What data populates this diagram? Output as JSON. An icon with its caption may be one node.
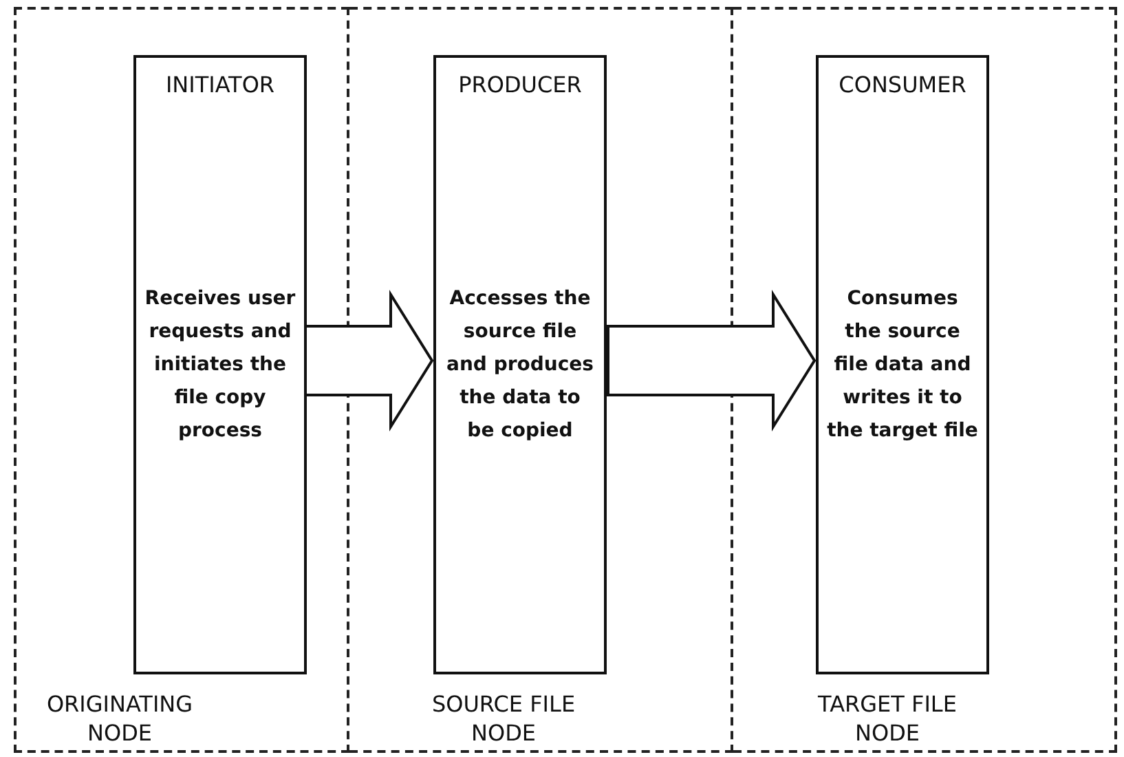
{
  "diagram": {
    "nodes": [
      {
        "text": [
          "ORIGINATING NODE"
        ]
      },
      {
        "text": [
          "INITIATOR",
          "Receives user requests and initiates the file copy process"
        ],
        "in": 0
      },
      {
        "text": [
          "SOURCE FILE NODE"
        ]
      },
      {
        "text": [
          "PRODUCER",
          "Accesses the source file and produces the data to be copied"
        ],
        "in": 2
      },
      {
        "text": [
          "TARGET FILE NODE"
        ]
      },
      {
        "text": [
          "CONSUMER",
          "Consumes the source file data and writes it to the target file"
        ],
        "in": 4
      }
    ],
    "edges": [
      {
        "from": 1,
        "to": 3,
        "arrow": "to"
      },
      {
        "from": 3,
        "to": 5,
        "arrow": "to"
      }
    ]
  }
}
